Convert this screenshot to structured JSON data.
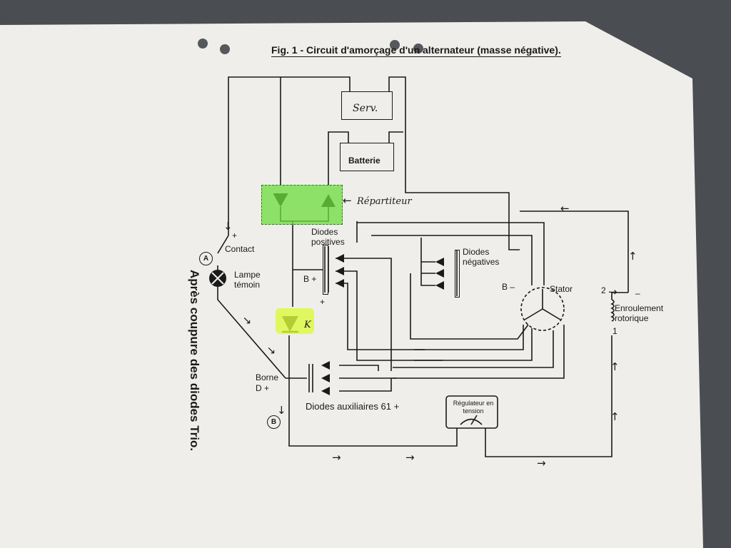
{
  "figure": {
    "title": "Fig. 1 - Circuit d'amorçage d'un alternateur (masse négative)."
  },
  "labels": {
    "serv": "Serv.",
    "batterie": "Batterie",
    "repartiteur": "Répartiteur",
    "diodes_positives": "Diodes positives",
    "diodes_negatives": "Diodes négatives",
    "contact": "Contact",
    "lampe_temoin": "Lampe témoin",
    "b_plus": "B +",
    "b_minus": "B –",
    "stator": "Stator",
    "enroulement_rotorique": "Enroulement rotorique",
    "k": "K",
    "borne_d_plus": "Borne D +",
    "diodes_auxiliaires": "Diodes auxiliaires 61 +",
    "regulateur": "Régulateur en tension",
    "apres_coupure": "Après coupure des diodes Trio.",
    "circle_a": "A",
    "circle_b": "B",
    "terminal_2": "2",
    "terminal_1": "1",
    "plus": "+",
    "minus": "–"
  },
  "colors": {
    "paper": "#efeeea",
    "background": "#4a4d52",
    "ink": "#1a1a1a",
    "green_highlight": "#6edc3c",
    "yellow_highlight": "#dcfa3c"
  }
}
